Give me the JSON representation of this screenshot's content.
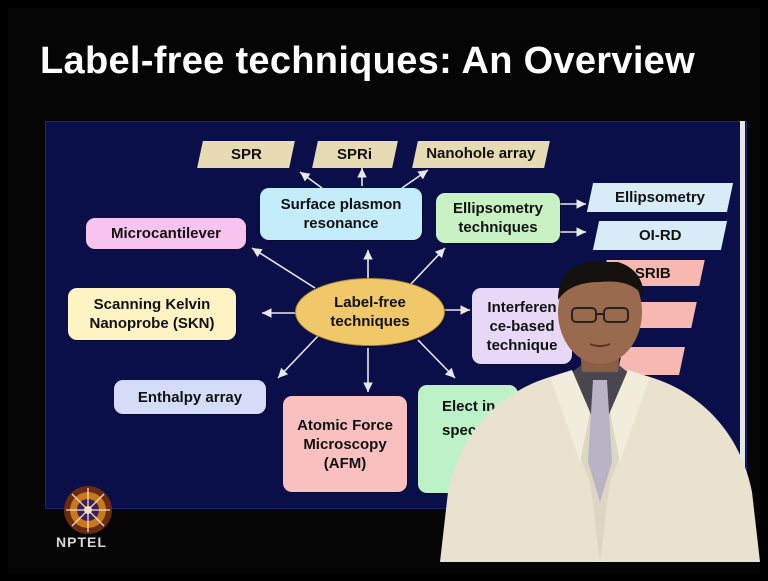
{
  "slide": {
    "title": "Label-free techniques: An Overview",
    "center": "Label-free techniques",
    "nodes": {
      "spr_group": "Surface plasmon resonance",
      "ellipsometry_group": "Ellipsometry techniques",
      "microcantilever": "Microcantilever",
      "skn": "Scanning Kelvin Nanoprobe (SKN)",
      "interference": "Interferen ce-based technique",
      "enthalpy": "Enthalpy array",
      "afm": "Atomic Force Microscopy (AFM)",
      "electro": "Elect in spec ap"
    },
    "sub_items": {
      "spr": "SPR",
      "spri": "SPRi",
      "nanohole": "Nanohole array",
      "ellipsometry": "Ellipsometry",
      "oird": "OI-RD",
      "srib": "SRIB"
    }
  },
  "logo": {
    "text": "NPTEL"
  },
  "colors": {
    "background": "#000000",
    "panel": "#0a0f4a",
    "center_node": "#f0c86a",
    "spr_node": "#c4ecfb",
    "ellipsometry_node": "#c8f2c4",
    "microcantilever_node": "#f6c4ee",
    "skn_node": "#fff3c4",
    "interference_node": "#e8d8f8",
    "enthalpy_node": "#d4dcf8",
    "afm_node": "#f9c0c0",
    "electro_node": "#bdf2c8",
    "sub_spr": "#e7dbb4",
    "sub_ellip": "#d8ecf8",
    "sub_srib": "#f6b8b0"
  }
}
